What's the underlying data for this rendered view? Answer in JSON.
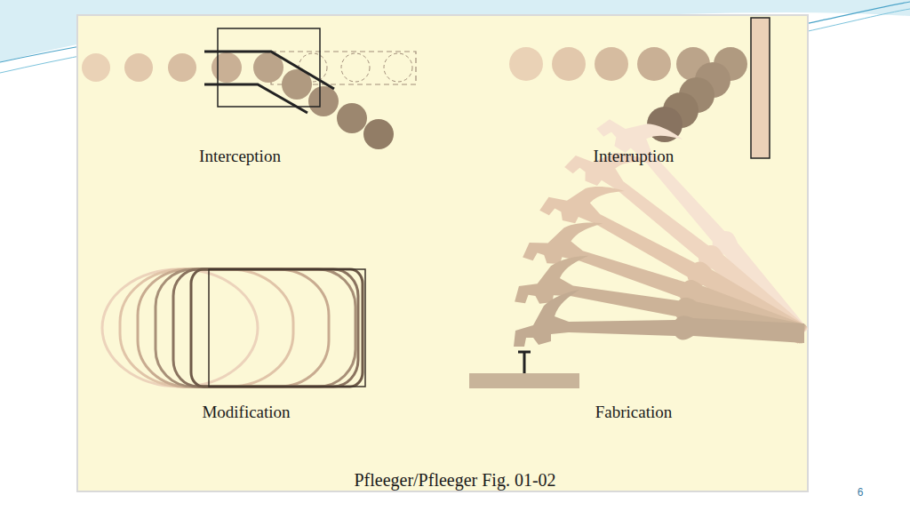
{
  "diagram": {
    "caption": "Pfleeger/Pfleeger Fig. 01-02",
    "labels": [
      "Interception",
      "Interruption",
      "Modification",
      "Fabrication",
      "6"
    ]
  }
}
